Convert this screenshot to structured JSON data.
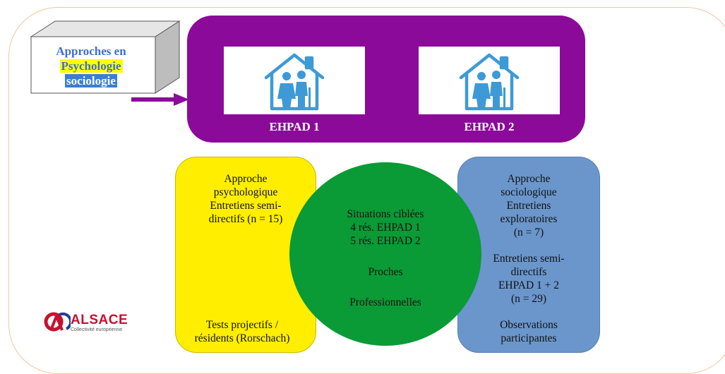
{
  "approaches_box": {
    "line1": "Approches en",
    "line2": "Psychologie",
    "line3": "sociologie"
  },
  "ehpad": {
    "label1": "EHPAD 1",
    "label2": "EHPAD 2",
    "icon": "nursing-home-icon"
  },
  "left_box": {
    "top": [
      "Approche",
      "psychologique",
      "Entretiens semi-",
      "directifs (n = 15)"
    ],
    "bottom": [
      "Tests projectifs /",
      "résidents (Rorschach)"
    ]
  },
  "center_circle": {
    "lines": [
      "Situations ciblées",
      "4 rés. EHPAD 1",
      "5 rés. EHPAD 2"
    ],
    "proches": "Proches",
    "professionnelles": "Professionnelles"
  },
  "right_box": {
    "block1": [
      "Approche",
      "sociologique",
      "Entretiens",
      "exploratoires",
      "(n = 7)"
    ],
    "block2": [
      "Entretiens semi-",
      "directifs",
      "EHPAD 1 + 2",
      "(n = 29)"
    ],
    "block3": [
      "Observations",
      "participantes"
    ]
  },
  "logo": {
    "word": "ALSACE",
    "sub": "Collectivité européenne",
    "color": "#c8102e"
  },
  "colors": {
    "purple": "#8b0a99",
    "yellow": "#ffee00",
    "green": "#0a9a36",
    "blue": "#6a96cc",
    "icon_blue": "#3d9ad6"
  }
}
